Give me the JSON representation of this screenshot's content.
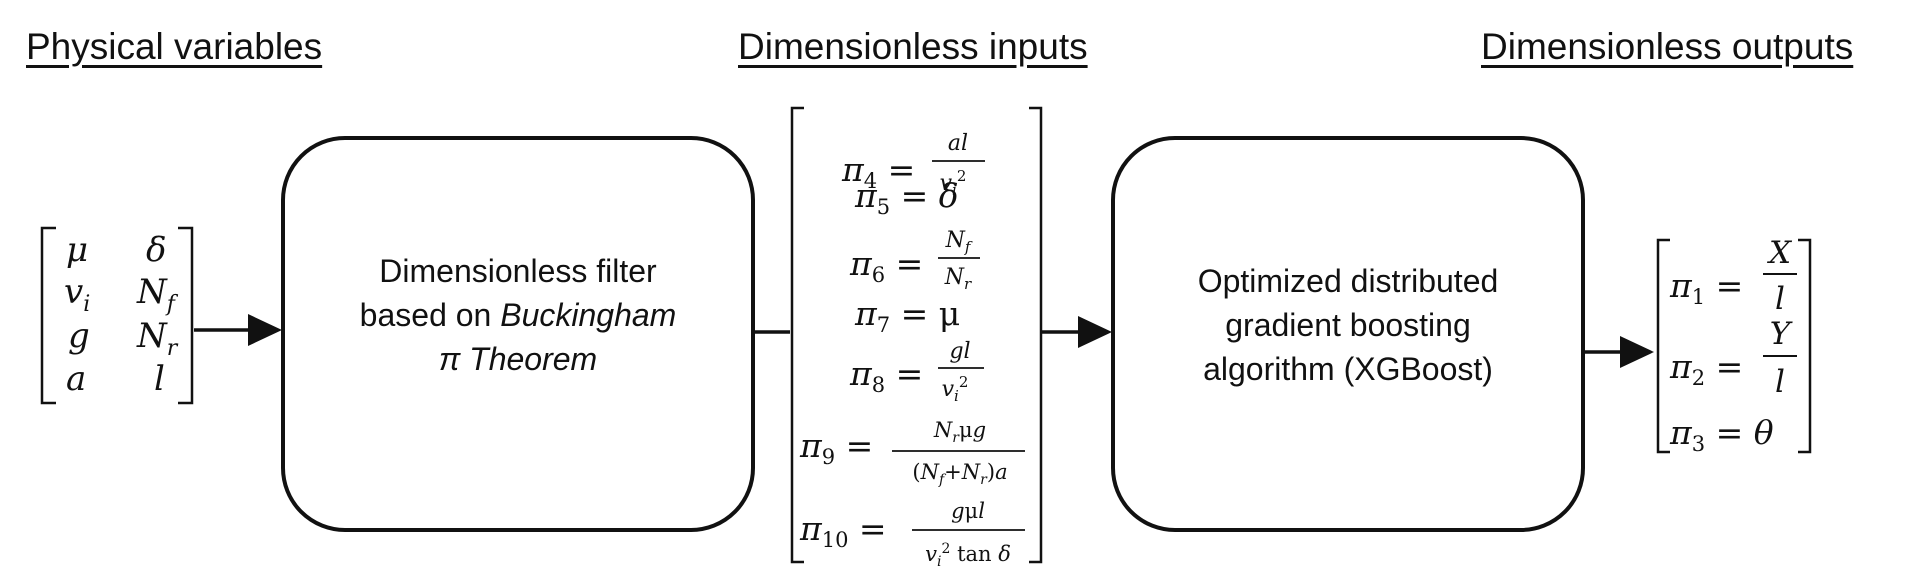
{
  "headers": {
    "physical": "Physical variables",
    "inputs": "Dimensionless inputs",
    "outputs": "Dimensionless outputs"
  },
  "physical_matrix": [
    [
      "μ",
      "δ"
    ],
    [
      "vi",
      "Nf"
    ],
    [
      "g",
      "Nr"
    ],
    [
      "a",
      "l"
    ]
  ],
  "filter_box": {
    "line1": "Dimensionless filter",
    "line2_prefix": "based on",
    "line2_italic": "Buckingham",
    "line3": "π Theorem"
  },
  "input_equations": [
    "π4 = al / vi²",
    "π5 = δ",
    "π6 = Nf / Nr",
    "π7 = μ",
    "π8 = gl / vi²",
    "π9 = Nrμg / (Nf+Nr)a",
    "π10 = gμl / vi² tan δ"
  ],
  "xgb_box": {
    "line1": "Optimized distributed",
    "line2": "gradient boosting",
    "line3": "algorithm (XGBoost)"
  },
  "output_equations": [
    "π1 = X / l",
    "π2 = Y / l",
    "π3 = θ"
  ]
}
